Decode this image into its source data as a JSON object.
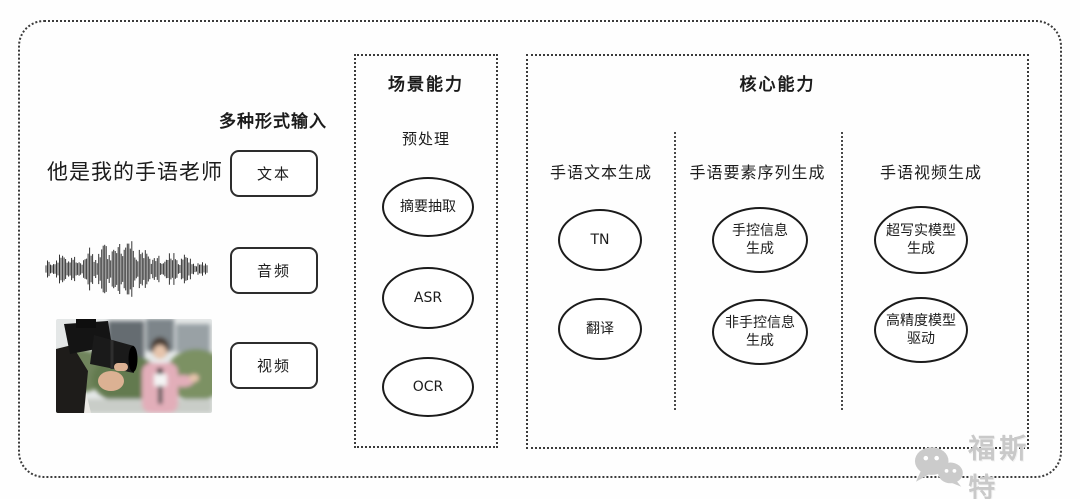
{
  "colors": {
    "line": "#2e2e2e",
    "dashed_border": "#3b3b3b",
    "watermark_gray": "#c9c9c9",
    "reporter_jacket_pink": "#e2aeb9"
  },
  "diagram": {
    "input_section": {
      "label": "多种形式输入",
      "sample_text": "他是我的手语老师",
      "inputs": [
        {
          "label": "文本"
        },
        {
          "label": "音频"
        },
        {
          "label": "视频"
        }
      ]
    },
    "scene_box": {
      "title": "场景能力",
      "subtitle": "预处理",
      "nodes": [
        "摘要抽取",
        "ASR",
        "OCR"
      ]
    },
    "core_box": {
      "title": "核心能力",
      "columns": [
        {
          "label": "手语文本生成",
          "nodes": [
            "TN",
            "翻译"
          ]
        },
        {
          "label": "手语要素序列生成",
          "nodes": [
            "手控信息\n生成",
            "非手控信息\n生成"
          ]
        },
        {
          "label": "手语视频生成",
          "nodes": [
            "超写实模型\n生成",
            "高精度模型\n驱动"
          ]
        }
      ]
    },
    "watermark": {
      "icon": "wechat-logo-icon",
      "text": "福斯特"
    }
  }
}
